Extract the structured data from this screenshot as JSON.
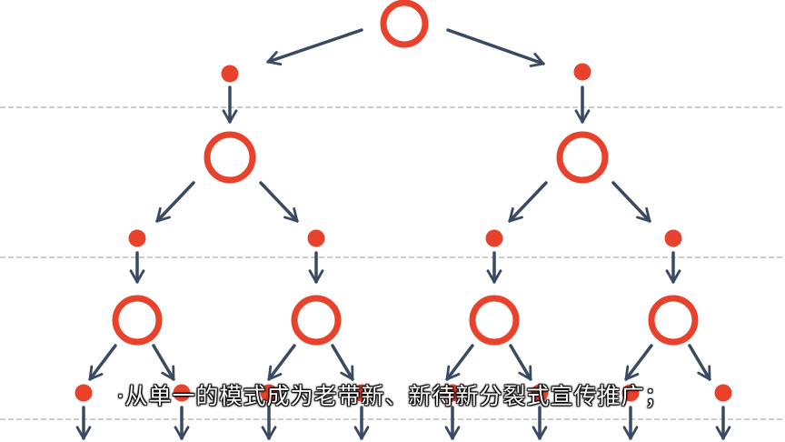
{
  "caption": "·从单一的模式成为老带新、新待新分裂式宣传推广；",
  "colors": {
    "node": "#e8412c",
    "arrow": "#3a4a63",
    "divider": "#9a9a9a",
    "background": "#ffffff",
    "caption_text": "#ffffff",
    "caption_outline": "#000000"
  },
  "diagram": {
    "type": "binary-split-tree",
    "levels": 4,
    "nodes_per_level": [
      1,
      2,
      4,
      8
    ]
  }
}
